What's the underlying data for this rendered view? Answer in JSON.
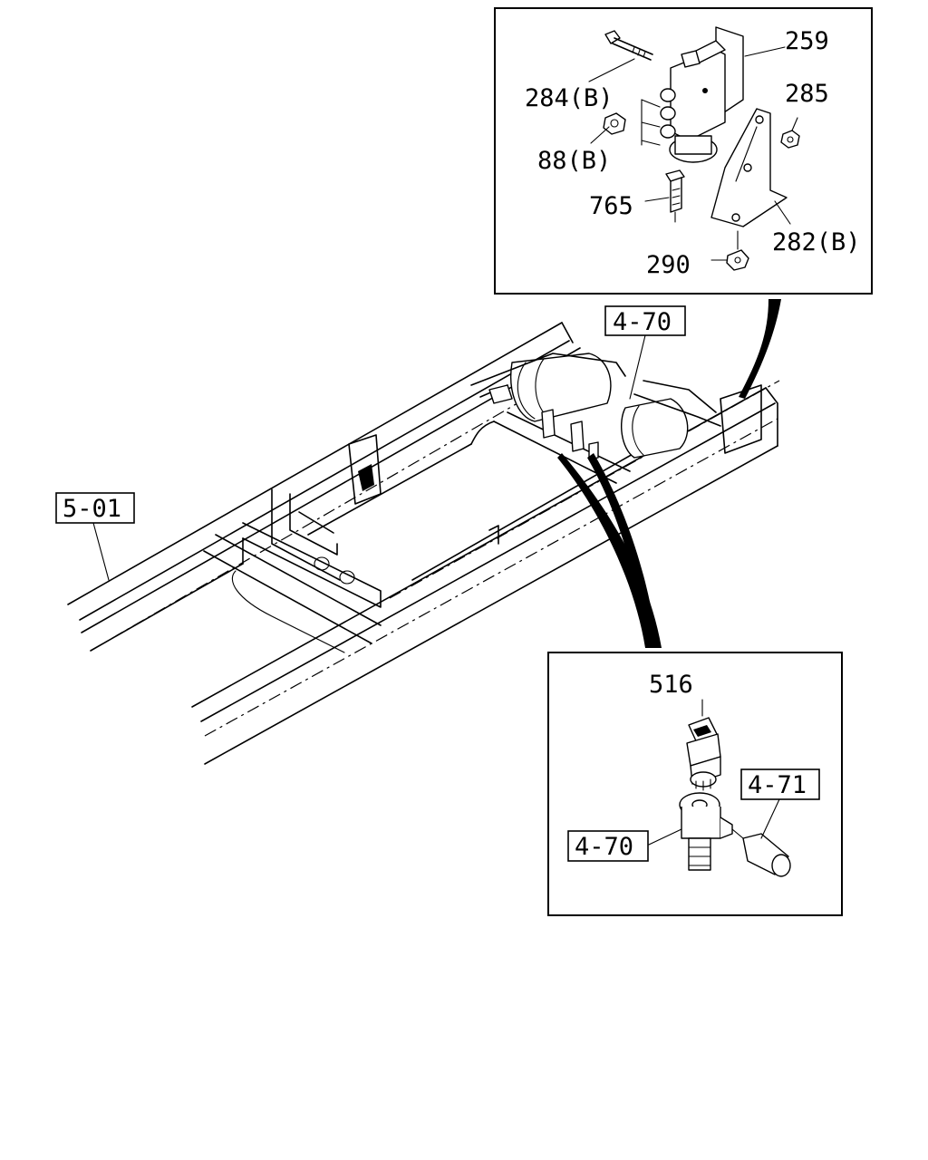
{
  "callouts": {
    "ref_5_01": "5-01",
    "ref_4_70_top": "4-70",
    "ref_4_70_detail": "4-70",
    "ref_4_71": "4-71"
  },
  "valve_detail": {
    "p259": "259",
    "p284b": "284(B)",
    "p285": "285",
    "p88b": "88(B)",
    "p765": "765",
    "p282b": "282(B)",
    "p290": "290"
  },
  "sensor_detail": {
    "p516": "516"
  }
}
